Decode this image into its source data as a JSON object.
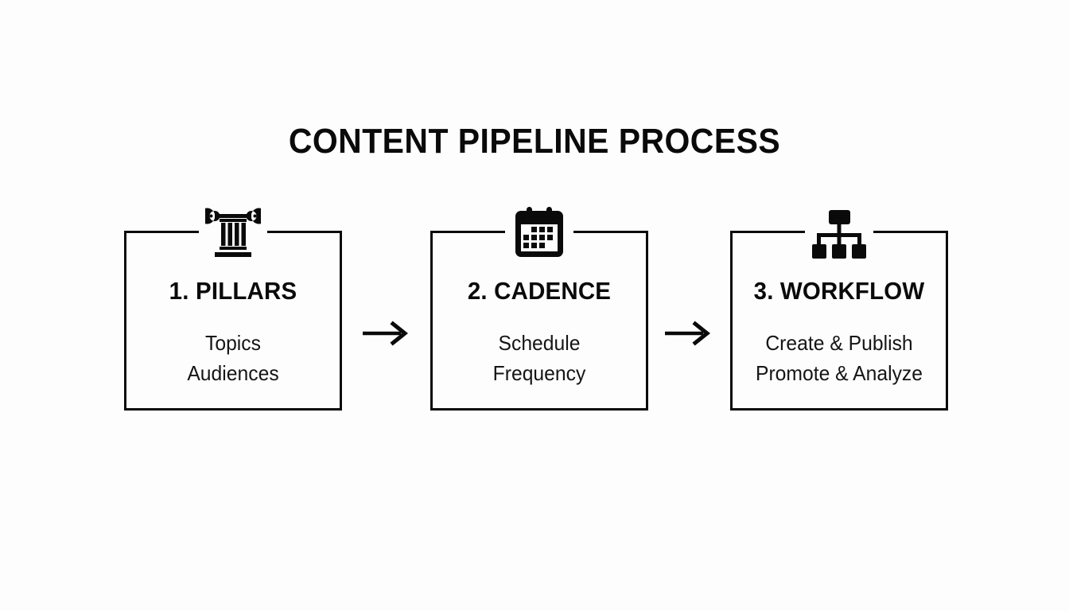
{
  "page": {
    "title": "CONTENT PIPELINE PROCESS",
    "background_color": "#fdfdfd",
    "ink_color": "#0a0a0a"
  },
  "stages": [
    {
      "icon": "classical-pillar-icon",
      "heading": "1. PILLARS",
      "lines": [
        "Topics",
        "Audiences"
      ]
    },
    {
      "icon": "calendar-icon",
      "heading": "2. CADENCE",
      "lines": [
        "Schedule",
        "Frequency"
      ]
    },
    {
      "icon": "org-chart-icon",
      "heading": "3. WORKFLOW",
      "lines": [
        "Create & Publish",
        "Promote & Analyze"
      ]
    }
  ],
  "connectors": [
    {
      "name": "arrow-pillars-to-cadence",
      "glyph": "arrow-right-icon"
    },
    {
      "name": "arrow-cadence-to-workflow",
      "glyph": "arrow-right-icon"
    }
  ]
}
